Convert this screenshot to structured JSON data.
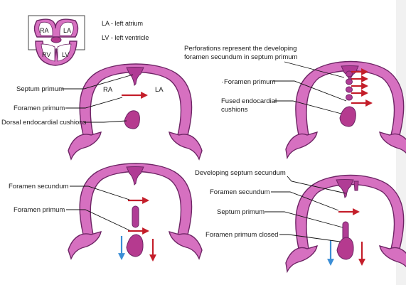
{
  "inset": {
    "ra": "RA",
    "la": "LA",
    "rv": "RV",
    "lv": "LV"
  },
  "legend": {
    "la": "LA - left atrium",
    "lv": "LV - left ventricle"
  },
  "panel1": {
    "ra": "RA",
    "la": "LA",
    "septum_primum": "Septum primum",
    "foramen_primum": "Foramen primum",
    "dorsal_cushions": "Dorsal endocardial cushions"
  },
  "panel2": {
    "perforations_line1": "Perforations represent the developing",
    "perforations_line2": "foramen secundum in septum primum",
    "foramen_primum": "Foramen primum",
    "fused_line1": "Fused endocardial",
    "fused_line2": "cushions"
  },
  "panel3": {
    "foramen_secundum": "Foramen secundum",
    "foramen_primum": "Foramen primum"
  },
  "panel4": {
    "developing_septum_secundum": "Developing septum secundum",
    "foramen_secundum": "Foramen secundum",
    "septum_primum": "Septum primum",
    "foramen_primum_closed": "Foramen primum closed"
  },
  "colors": {
    "wall": "#d670c0",
    "septum": "#b03c95",
    "arrow_red": "#c41e2a",
    "arrow_blue": "#3b8ed6"
  }
}
